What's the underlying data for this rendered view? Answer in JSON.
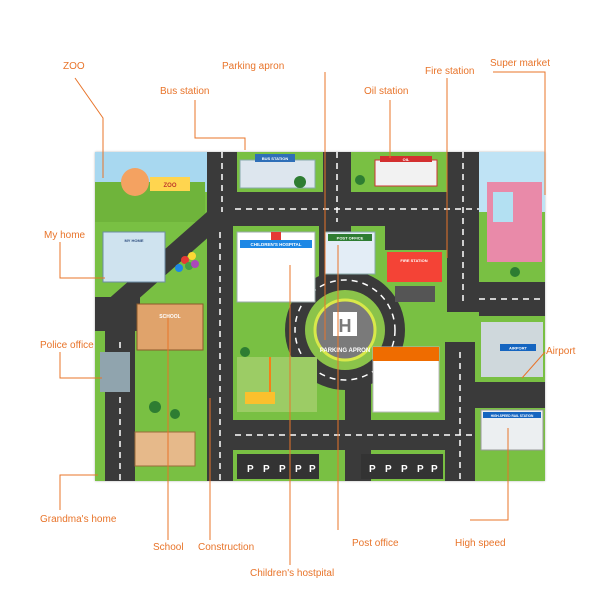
{
  "labels": {
    "zoo": "ZOO",
    "parking_apron": "Parking apron",
    "bus_station": "Bus station",
    "oil_station": "Oil station",
    "fire_station": "Fire station",
    "super_market": "Super market",
    "my_home": "My home",
    "police_office": "Police office",
    "airport": "Airport",
    "grandmas_home": "Grandma's home",
    "school": "School",
    "construction": "Construction",
    "childrens_hospital": "Children's hostpital",
    "post_office": "Post office",
    "high_speed": "High speed"
  },
  "mat": {
    "sign_bus_station": "BUS STATION",
    "sign_childrens_hospital": "CHILDREN'S HOSPITAL",
    "sign_post_office": "POST OFFICE",
    "sign_fire_station": "FIRE STATION",
    "sign_my_home": "MY HOME",
    "sign_school": "SCHOOL",
    "sign_airport": "AIRPORT",
    "sign_high_speed": "HIGH-SPEED RAIL STATION",
    "sign_zoo": "ZOO",
    "sign_oil": "OIL",
    "helipad_letter": "H",
    "helipad_text": "PARKING APRON",
    "parking_letter": "P"
  },
  "colors": {
    "label": "#e8742a",
    "grass": "#79c043",
    "road": "#3a3a3a",
    "lane": "#ffffff"
  }
}
